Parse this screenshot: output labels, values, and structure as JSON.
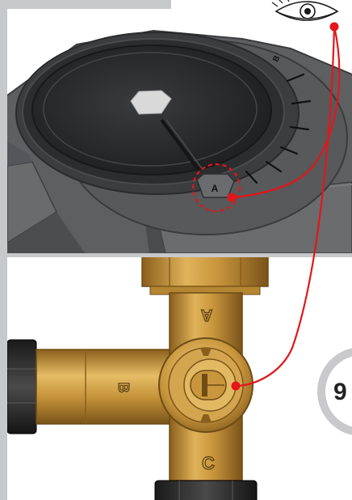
{
  "top_panel": {
    "dial_marker_label": "A",
    "scale_end_label": "B"
  },
  "bottom_panel": {
    "valve_port_labels": {
      "top": "A",
      "left": "B",
      "bottom": "C"
    }
  },
  "step_badge": {
    "number": "9"
  },
  "colors": {
    "body_gray": "#5e5f61",
    "frame_gray": "#c7c8ca",
    "brass": "#c99a3e",
    "callout_red": "#e3161b",
    "badge_ring": "#c9c9cb"
  },
  "icons": [
    "eye-icon",
    "selector-slot-icon"
  ]
}
